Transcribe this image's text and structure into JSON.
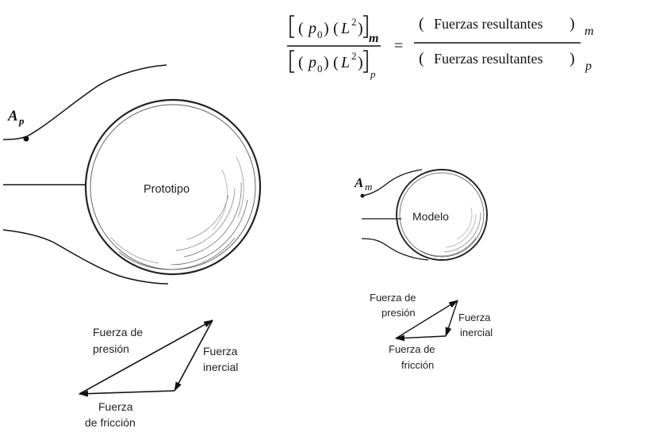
{
  "equation": {
    "p_symbol": "p",
    "p_subscript": "0",
    "L_symbol": "L",
    "L_exponent": "2",
    "sub_model": "m",
    "sub_prototype": "p",
    "equals": "=",
    "forces_text": "Fuerzas resultantes"
  },
  "prototype": {
    "label": "Prototipo",
    "point_letter": "A",
    "point_subscript": "p",
    "triangle": {
      "pressure_line1": "Fuerza de",
      "pressure_line2": "presión",
      "inertial_line1": "Fuerza",
      "inertial_line2": "inercial",
      "friction_line1": "Fuerza",
      "friction_line2": "de fricción"
    }
  },
  "model": {
    "label": "Modelo",
    "point_letter": "A",
    "point_subscript": "m",
    "triangle": {
      "pressure_line1": "Fuerza de",
      "pressure_line2": "presión",
      "inertial_line1": "Fuerza",
      "inertial_line2": "inercial",
      "friction_line1": "Fuerza de",
      "friction_line2": "fricción"
    }
  }
}
